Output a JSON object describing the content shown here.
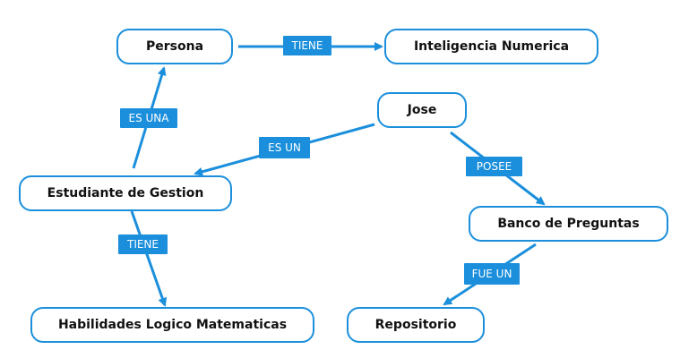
{
  "nodes": {
    "persona": "Persona",
    "inteligencia": "Inteligencia Numerica",
    "jose": "Jose",
    "estudiante": "Estudiante de Gestion",
    "banco": "Banco de Preguntas",
    "habilidades": "Habilidades Logico Matematicas",
    "repositorio": "Repositorio"
  },
  "links": {
    "tiene_top": "TIENE",
    "es_una": "ES UNA",
    "es_un": "ES UN",
    "posee": "POSEE",
    "tiene_bottom": "TIENE",
    "fue_un": "FUE UN"
  },
  "colors": {
    "accent": "#1b8fdc"
  }
}
